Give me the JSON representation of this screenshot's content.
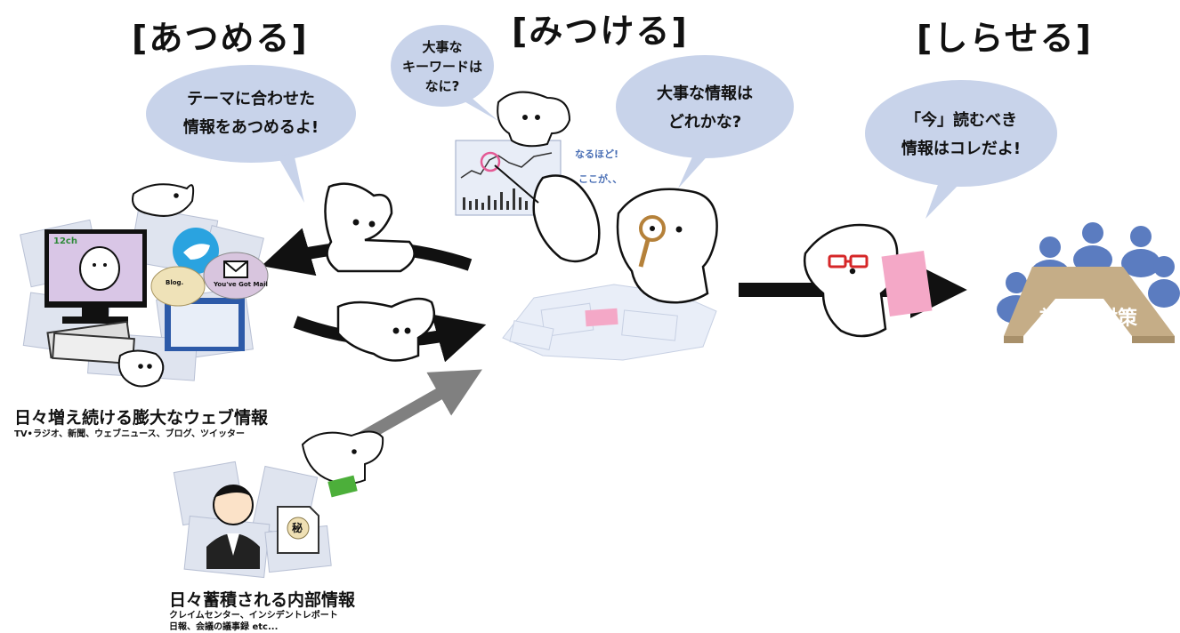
{
  "stages": [
    {
      "heading": "[あつめる]",
      "bubble_lines": [
        "テーマに合わせた",
        "情報をあつめるよ!"
      ]
    },
    {
      "heading": "[みつける]",
      "bubble_lines": [
        "大事な情報は",
        "どれかな?"
      ],
      "small_bubble_lines": [
        "大事な",
        "キーワードは",
        "なに?"
      ]
    },
    {
      "heading": "[しらせる]",
      "bubble_lines": [
        "「今」読むべき",
        "情報はコレだよ!"
      ]
    }
  ],
  "analysis_notes": [
    "なるほど!",
    "ここが、、"
  ],
  "web_source": {
    "title": "日々増え続ける膨大なウェブ情報",
    "subtitle": "TV•ラジオ、新聞、ウェブニュース、ブログ、ツイッター",
    "tv_channel": "12ch",
    "blog_label": "Blog.",
    "mail_label": "You've Got Mail"
  },
  "internal_source": {
    "title": "日々蓄積される内部情報",
    "subtitle_lines": [
      "クレイムセンター、インシデントレポート",
      "日報、会議の議事録 etc..."
    ],
    "secret_mark": "秘"
  },
  "result_label": "対応・対策",
  "colors": {
    "bubble": "#c8d3ea",
    "arrow_black": "#111111",
    "arrow_gray": "#808080",
    "table": "#c5ad87",
    "people": "#5b7cc0",
    "paper_pile": "#dfe4ef",
    "pink_paper": "#f4a8c7",
    "green_paper": "#4caf3a",
    "magnifier": "#b5813a"
  },
  "icons": [
    "twitter-bird-icon",
    "mail-icon",
    "blog-icon",
    "newspaper-icon",
    "tv-monitor-icon",
    "magnifier-icon",
    "glasses-icon",
    "person-icon",
    "secret-document-icon"
  ]
}
